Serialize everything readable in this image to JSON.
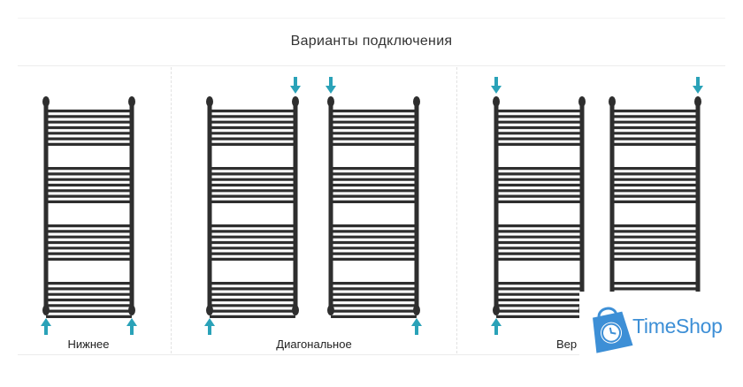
{
  "title": "Варианты подключения",
  "labels": {
    "bottom": "Нижнее",
    "diagonal": "Диагональное",
    "top": "Вер"
  },
  "logo": {
    "text": "TimeShop",
    "icon": "shopping-bag-clock-icon"
  },
  "colors": {
    "rail": "#2e2e2e",
    "arrow": "#2aa2b8",
    "logo": "#3d8fd6"
  }
}
